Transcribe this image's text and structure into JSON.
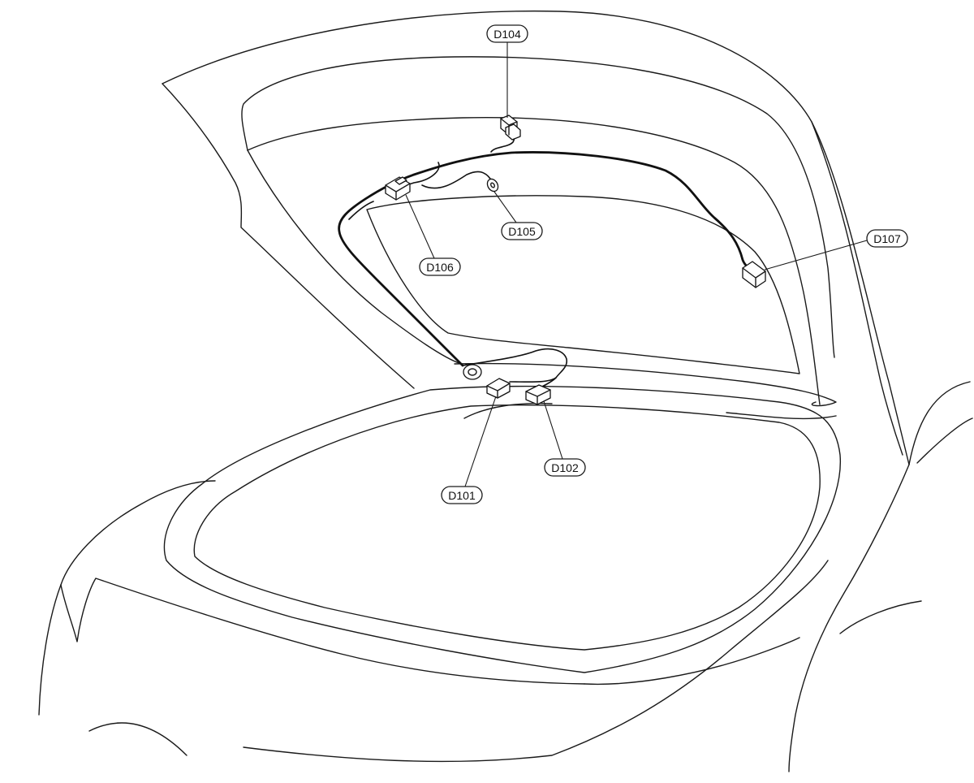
{
  "callouts": {
    "d104": "D104",
    "d105": "D105",
    "d106": "D106",
    "d107": "D107",
    "d101": "D101",
    "d102": "D102"
  },
  "colors": {
    "line": "#1a1a1a",
    "background": "#ffffff"
  }
}
